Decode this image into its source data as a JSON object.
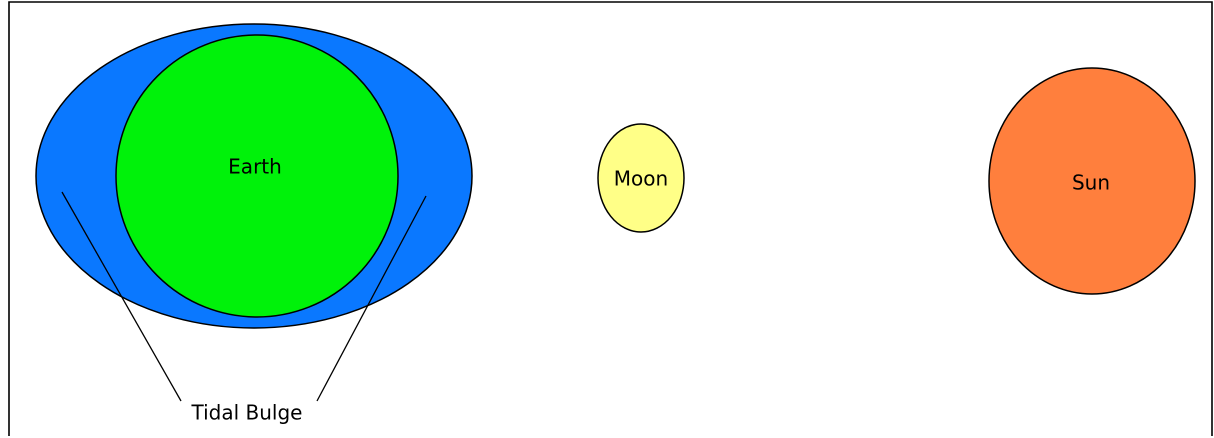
{
  "labels": {
    "earth": "Earth",
    "moon": "Moon",
    "sun": "Sun",
    "tidal_bulge": "Tidal Bulge"
  },
  "colors": {
    "ocean": "#0a78ff",
    "earth": "#00f20a",
    "moon": "#ffff87",
    "sun": "#ff7f3d",
    "outline": "#000000",
    "background": "#ffffff"
  }
}
